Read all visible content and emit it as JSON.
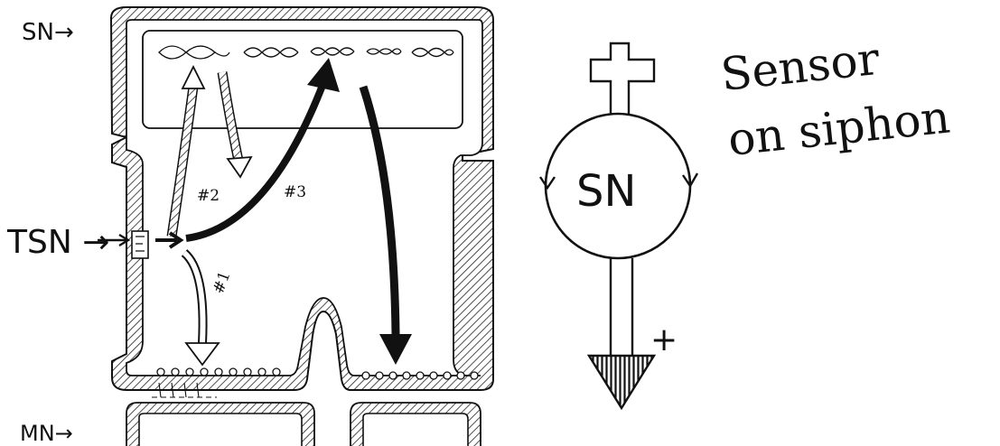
{
  "labels": {
    "sn_top": "SN→",
    "mn_bottom": "MN→",
    "tsn": "TSN →",
    "path1": "#1",
    "path2": "#2",
    "path3": "#3",
    "sensor_symbol": "SN",
    "caption_line1": "Sensor",
    "caption_line2": "on siphon",
    "plus": "+"
  }
}
